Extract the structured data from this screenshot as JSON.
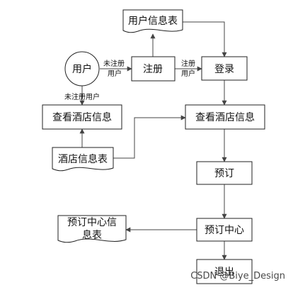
{
  "nodes": {
    "user": "用户",
    "user_info_table": "用户信息表",
    "register": "注册",
    "login": "登录",
    "view_hotel_left": "查看酒店信息",
    "view_hotel_right": "查看酒店信息",
    "hotel_info_table": "酒店信息表",
    "booking": "预订",
    "booking_center": "预订中心",
    "booking_center_table_line1": "预订中心信",
    "booking_center_table_line2": "息表",
    "logout": "退出"
  },
  "edge_labels": {
    "not_registered_a_line1": "未注册",
    "not_registered_a_line2": "用户",
    "registered_line1": "注册",
    "registered_line2": "用户",
    "not_registered_b": "未注册用户"
  },
  "watermark": "CSDN @Biye_Design",
  "colors": {
    "stroke": "#222222",
    "edge": "#444444",
    "watermark": "#4a4a4a"
  }
}
